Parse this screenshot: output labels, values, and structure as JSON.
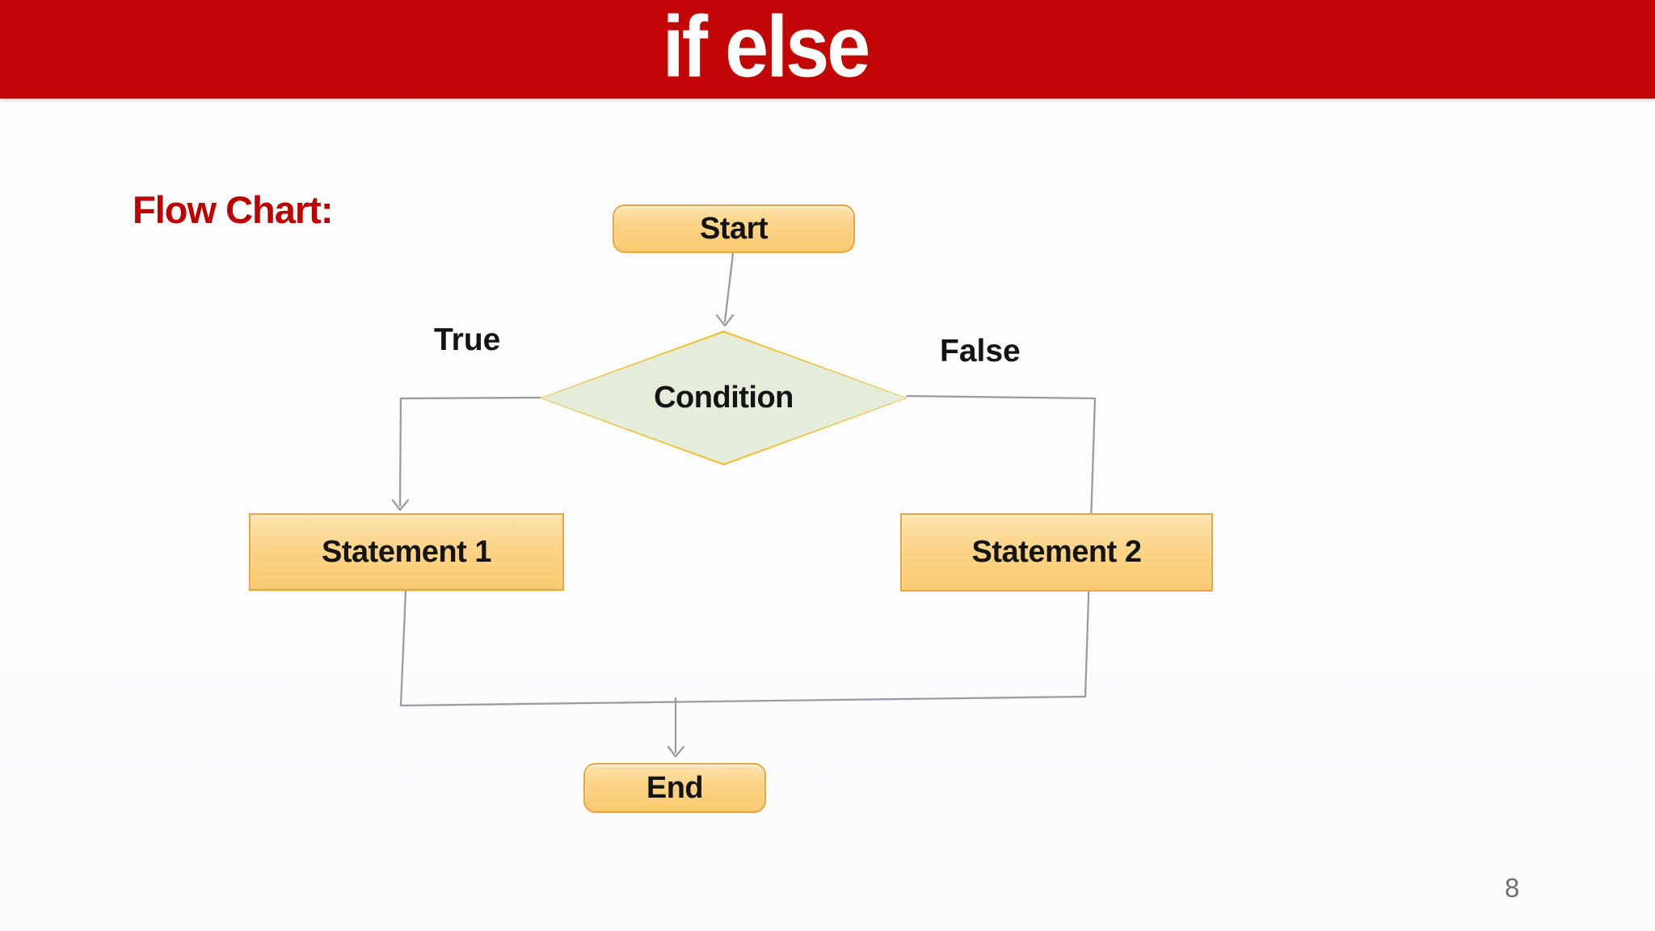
{
  "slide": {
    "title": "if else",
    "section_label": "Flow Chart:",
    "page_number": "8"
  },
  "flowchart": {
    "nodes": {
      "start": {
        "label": "Start",
        "type": "terminator"
      },
      "condition": {
        "label": "Condition",
        "type": "decision"
      },
      "statement1": {
        "label": "Statement 1",
        "type": "process"
      },
      "statement2": {
        "label": "Statement 2",
        "type": "process"
      },
      "end": {
        "label": "End",
        "type": "terminator"
      }
    },
    "branch_labels": {
      "true": "True",
      "false": "False"
    },
    "edges": [
      {
        "from": "start",
        "to": "condition"
      },
      {
        "from": "condition",
        "to": "statement1",
        "label": "True"
      },
      {
        "from": "condition",
        "to": "statement2",
        "label": "False"
      },
      {
        "from": "statement1",
        "to": "end"
      },
      {
        "from": "statement2",
        "to": "end"
      }
    ]
  },
  "colors": {
    "banner_red": "#C20606",
    "heading_red": "#C00000",
    "node_fill_top": "#FCE3AE",
    "node_fill_bottom": "#FACA70",
    "node_border": "#EDA43C",
    "decision_fill": "#E4EDD9",
    "decision_border": "#EFC13D",
    "connector_gray": "#9B9BA1",
    "text_black": "#141414",
    "page_number_gray": "#70707A"
  }
}
